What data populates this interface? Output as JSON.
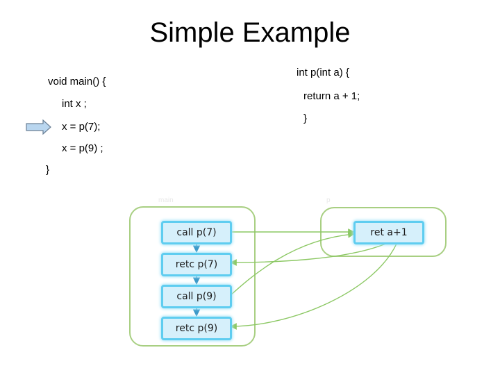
{
  "title": "Simple Example",
  "main_code": {
    "lines": [
      "void main() {",
      "int x ;",
      "x = p(7);",
      "x = p(9) ;",
      "}"
    ]
  },
  "p_code": {
    "lines": [
      "int p(int a) {",
      "return a + 1;",
      "}"
    ]
  },
  "current_line_marker": "right-arrow-icon",
  "diagram": {
    "main_group_label": "main",
    "p_group_label": "p",
    "main_nodes": [
      "call p(7)",
      "retc p(7)",
      "call p(9)",
      "retc p(9)"
    ],
    "p_nodes": [
      "ret a+1"
    ]
  },
  "colors": {
    "node_fill": "#d6f0fb",
    "node_border": "#5fcdf0",
    "group_border": "#a8cf82",
    "edge_green": "#8cc864",
    "edge_blue": "#3c98c8",
    "arrow_marker_fill": "#b9d6ef",
    "arrow_marker_stroke": "#6a7f95"
  }
}
